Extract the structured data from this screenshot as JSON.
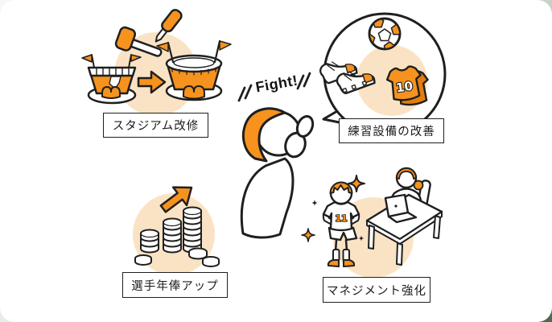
{
  "palette": {
    "orange": "#F6921E",
    "orange_dark": "#E07F0E",
    "peach": "#FAE3C4",
    "ink": "#1F1F1F",
    "card_bg": "#FFFFFF",
    "page_bg_dark": "#4A6B52",
    "page_bg_light": "#F4F7F2"
  },
  "center": {
    "cheer_text": "Fight!",
    "icons": [
      "cheering-person",
      "emphasis-marks"
    ]
  },
  "sections": [
    {
      "id": "stadium-renovation",
      "label": "スタジアム改修",
      "icons": [
        "hammer-icon",
        "screwdriver-icon",
        "old-stadium-icon",
        "arrow-right-icon",
        "new-stadium-icon"
      ]
    },
    {
      "id": "training-facilities",
      "label": "練習設備の改善",
      "jersey_number": "10",
      "icons": [
        "speech-bubble",
        "soccer-ball-icon",
        "soccer-cleats-icon",
        "jersey-icon"
      ]
    },
    {
      "id": "player-salary",
      "label": "選手年俸アップ",
      "icons": [
        "growth-arrow-icon",
        "coin-stacks-icon"
      ]
    },
    {
      "id": "management",
      "label": "マネジメント強化",
      "jersey_number": "11",
      "icons": [
        "player-icon",
        "sparkle-icon",
        "desk-icon",
        "laptop-icon",
        "office-worker-icon",
        "chair-icon"
      ]
    }
  ]
}
